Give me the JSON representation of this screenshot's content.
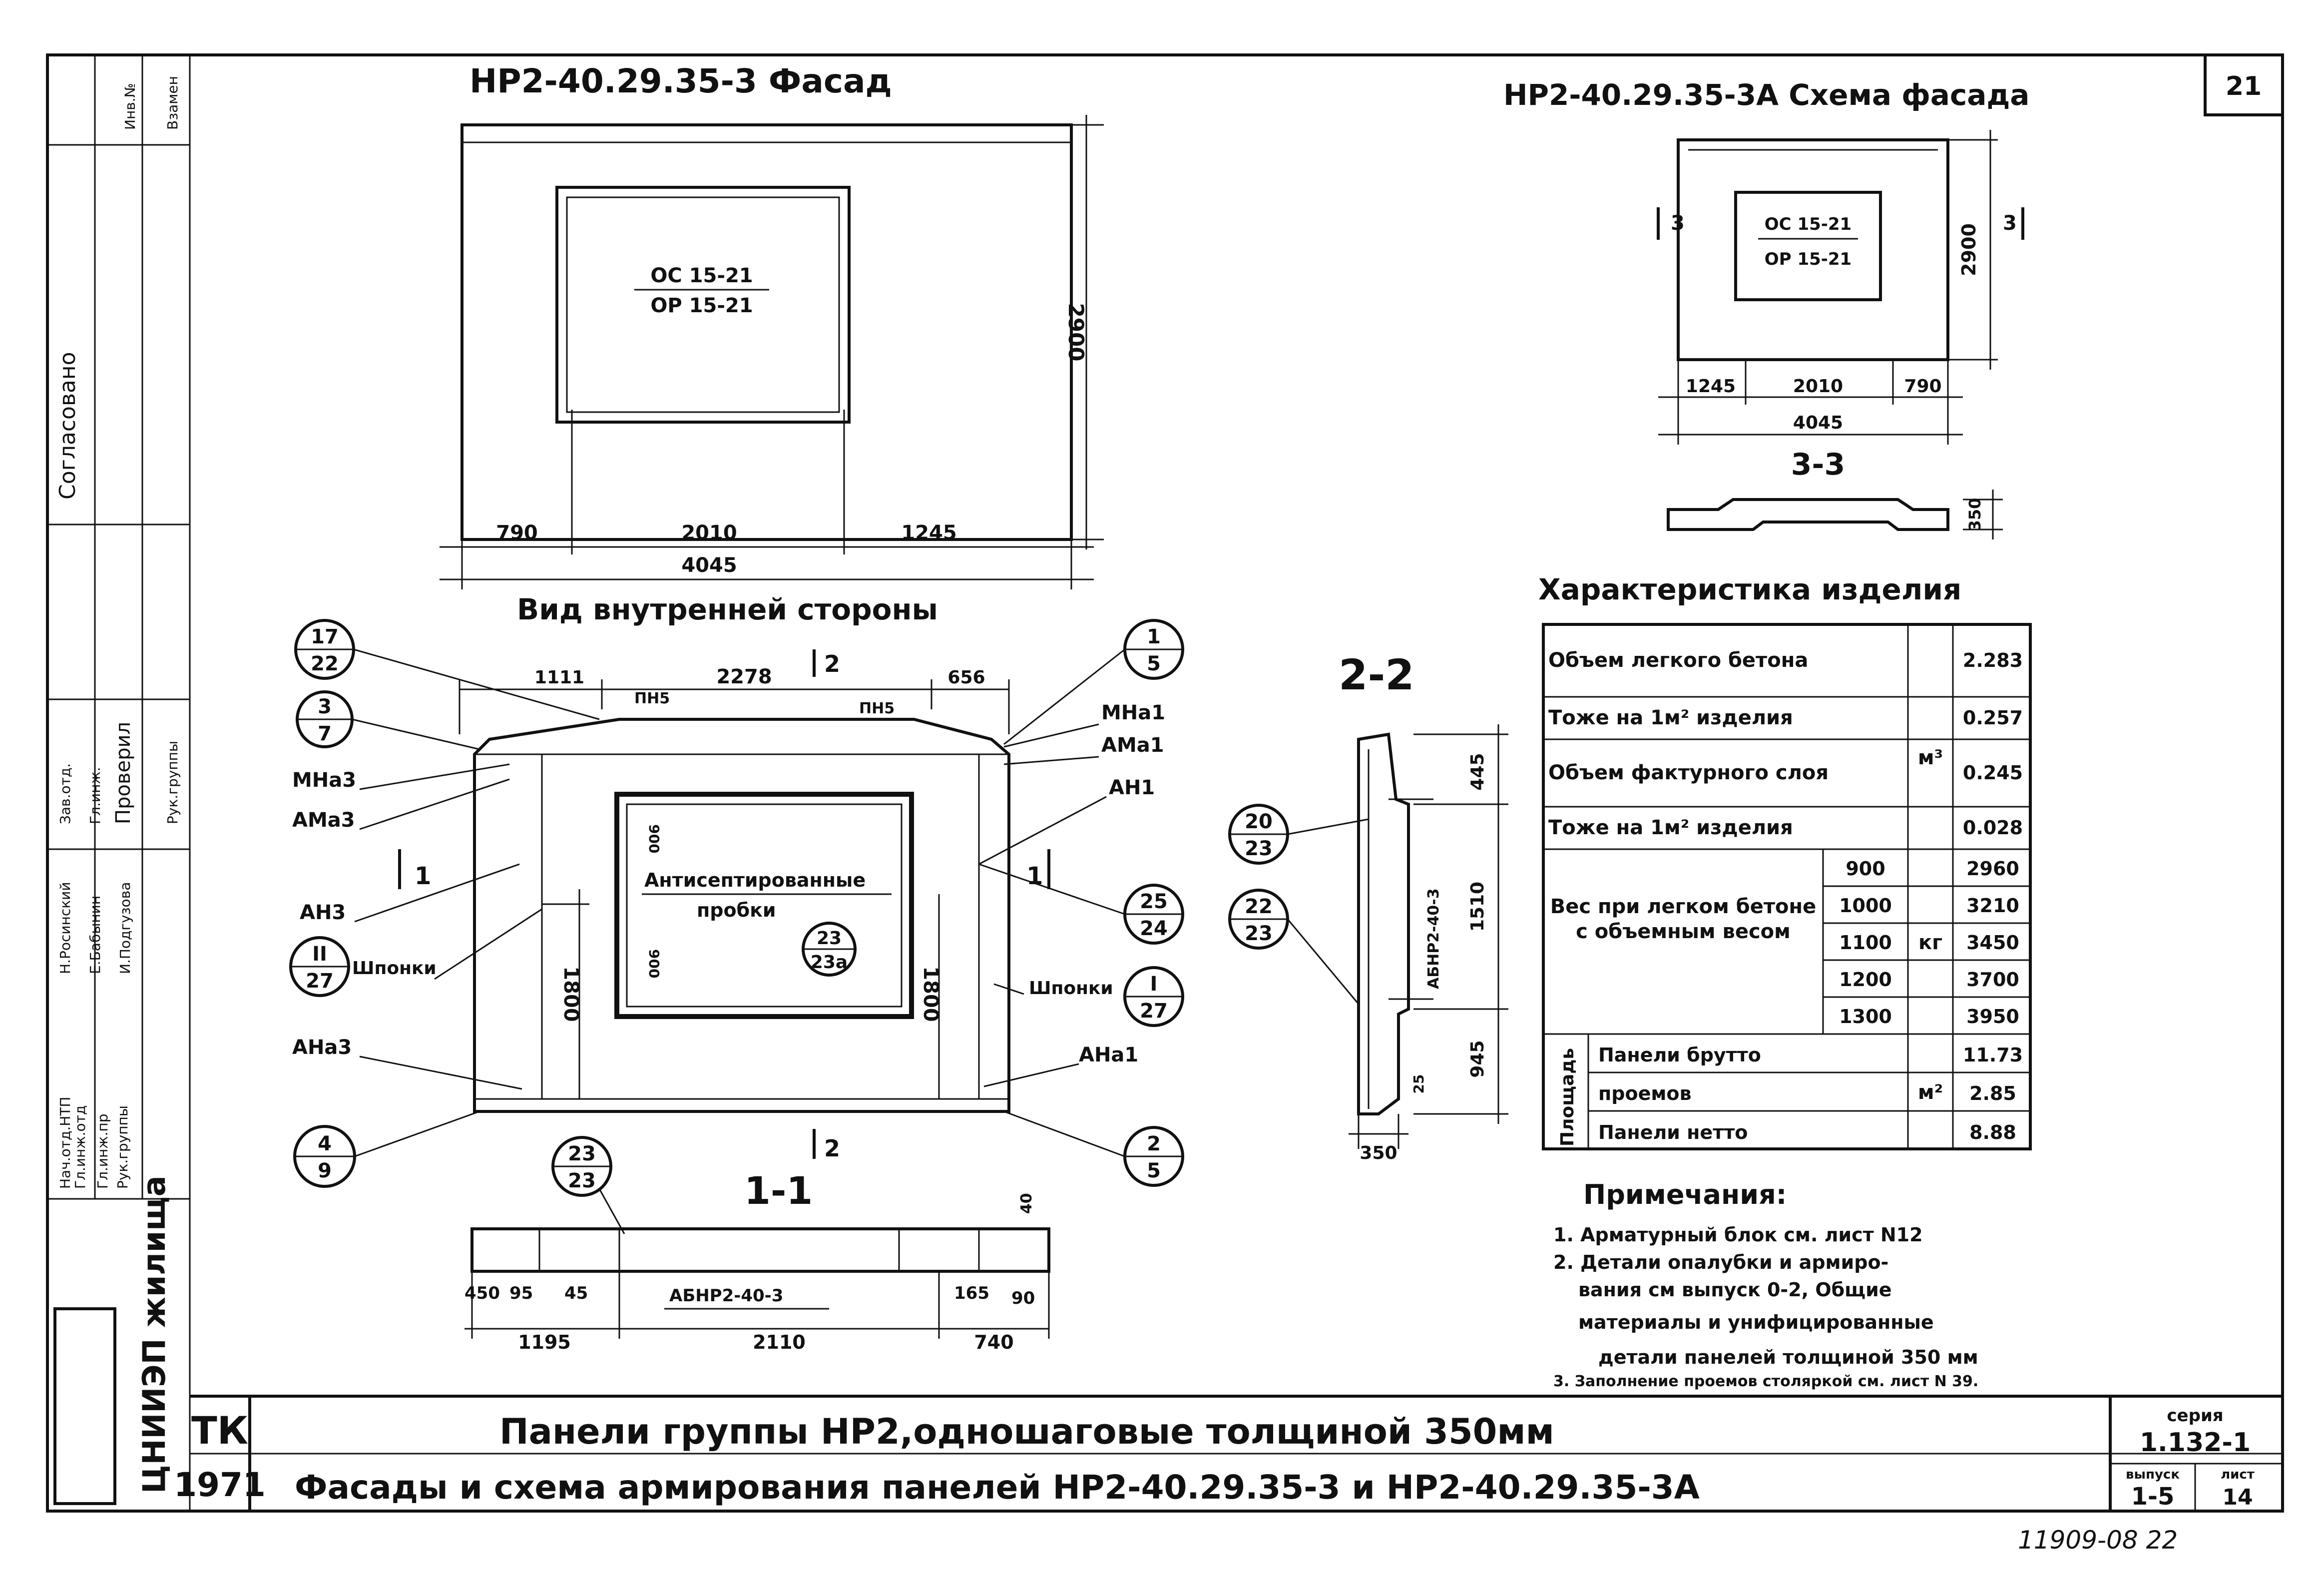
{
  "sheet_number": "21",
  "title_block": {
    "org": "ТК",
    "year": "1971",
    "line1": "Панели группы НР2,одношаговые толщиной 350мм",
    "line2": "Фасады и схема армирования панелей НР2-40.29.35-3 и НР2-40.29.35-3А",
    "series_label": "серия",
    "series": "1.132-1",
    "issue_label": "выпуск",
    "sheet_label": "лист",
    "issue": "1-5",
    "sheet": "14",
    "logo": "ЦНИИЭП жилища"
  },
  "stamp_note": "11909-08 22",
  "left_stamp": {
    "rows": [
      "Нач.отд.НТП",
      "Гл.инж.отд",
      "Гл.инж.пр",
      "Рук.группы"
    ],
    "names": [
      "",
      "",
      "",
      ""
    ],
    "headers": [
      "Зав.отд.",
      "Гл.инж.",
      "Проверил",
      "Рук.группы"
    ],
    "vertical": [
      "Согласовано",
      "Инв.№",
      "Взамен"
    ],
    "names2": [
      "Н.Росинский",
      "Е.Бабынин",
      "И.Подгузова"
    ]
  },
  "facade_main": {
    "title": "НР2-40.29.35-3  Фасад",
    "window1": "ОС 15-21",
    "window2": "ОР 15-21",
    "height": "2900",
    "dims": [
      "790",
      "2010",
      "1245"
    ],
    "total": "4045"
  },
  "facade_scheme": {
    "title": "НР2-40.29.35-3А  Схема фасада",
    "window1": "ОС 15-21",
    "window2": "ОР 15-21",
    "height": "2900",
    "dims": [
      "1245",
      "2010",
      "790"
    ],
    "total": "4045",
    "section": "3-3",
    "cut_mark": "3",
    "section_height": "350"
  },
  "inner_view": {
    "title": "Вид внутренней стороны",
    "top_dims": [
      "1111",
      "2278",
      "656"
    ],
    "cut_12": "2",
    "cut_11": "1",
    "pn_labels": [
      "ПН5",
      "ПН5"
    ],
    "left_labels": [
      "МНа3",
      "АМа3",
      "АН3",
      "Шпонки",
      "АНа3"
    ],
    "right_labels": [
      "МНа1",
      "АМа1",
      "АН1",
      "Шпонки",
      "АНа1"
    ],
    "center_note": "Антисептированные",
    "center_note2": "пробки",
    "dim_1800_left": "1800",
    "dim_1800_right": "1800",
    "dim_900_a": "900",
    "dim_900_b": "900",
    "circles": [
      {
        "top": "17",
        "bottom": "22"
      },
      {
        "top": "3",
        "bottom": "7"
      },
      {
        "top": "II",
        "bottom": "27"
      },
      {
        "top": "4",
        "bottom": "9"
      },
      {
        "top": "1",
        "bottom": "5"
      },
      {
        "top": "25",
        "bottom": "24"
      },
      {
        "top": "I",
        "bottom": "27"
      },
      {
        "top": "2",
        "bottom": "5"
      },
      {
        "top": "23",
        "bottom": "23а"
      }
    ]
  },
  "section_11": {
    "title": "1-1",
    "circle": {
      "top": "23",
      "bottom": "23"
    },
    "label": "АБНР2-40-3",
    "dims": [
      "450",
      "95",
      "45",
      "165",
      "90",
      "40"
    ],
    "bottom_dims": [
      "1195",
      "2110",
      "740"
    ]
  },
  "section_22": {
    "title": "2-2",
    "circles": [
      {
        "top": "20",
        "bottom": "23"
      },
      {
        "top": "22",
        "bottom": "23"
      }
    ],
    "label": "АБНР2-40-3",
    "dims": [
      "445",
      "1510",
      "945",
      "25",
      "350"
    ]
  },
  "characteristics": {
    "title": "Характеристика изделия",
    "rows": [
      {
        "label": "Объем легкого бетона",
        "value": "2.283"
      },
      {
        "label": "Тоже на 1м² изделия",
        "value": "0.257"
      },
      {
        "label": "Объем фактурного слоя",
        "value": "0.245"
      },
      {
        "label": "Тоже на 1м² изделия",
        "value": "0.028"
      }
    ],
    "unit_m3": "м³",
    "weight_label": "Вес при легком бетоне с объемным весом",
    "weight_unit": "кг",
    "weights": [
      {
        "density": "900",
        "value": "2960"
      },
      {
        "density": "1000",
        "value": "3210"
      },
      {
        "density": "1100",
        "value": "3450"
      },
      {
        "density": "1200",
        "value": "3700"
      },
      {
        "density": "1300",
        "value": "3950"
      }
    ],
    "area_label": "Площадь",
    "area_unit": "м²",
    "areas": [
      {
        "label": "Панели брутто",
        "value": "11.73"
      },
      {
        "label": "проемов",
        "value": "2.85"
      },
      {
        "label": "Панели нетто",
        "value": "8.88"
      }
    ]
  },
  "notes": {
    "title": "Примечания:",
    "items": [
      "1. Арматурный блок см. лист N12",
      "2. Детали опалубки и армиро-",
      "вания см выпуск 0-2, Общие",
      "материалы и унифицированные",
      "детали панелей толщиной 350 мм",
      "3. Заполнение проемов столяркой см. лист N 39."
    ]
  }
}
